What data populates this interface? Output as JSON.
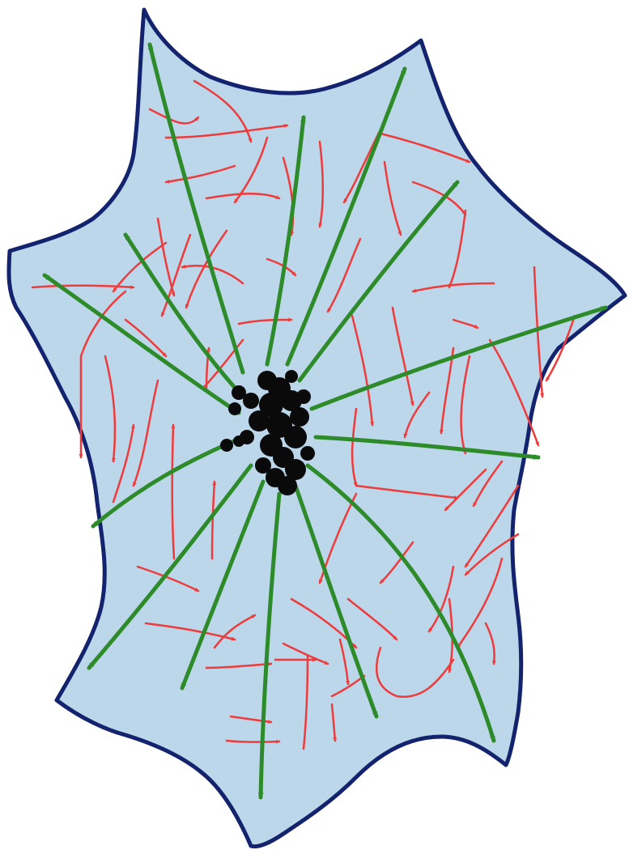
{
  "diagram": {
    "colors": {
      "background": "#ffffff",
      "cell_fill": "#bcd6ea",
      "cell_outline": "#14236e",
      "radial_arrows": "#2e8b2a",
      "random_arrows": "#ee3b3b",
      "center_cluster": "#0a0a0a"
    },
    "elements": {
      "cell": "cell-body",
      "center": "center-cluster",
      "radial": "green-radial-arrows",
      "random": "red-random-arrows"
    }
  }
}
